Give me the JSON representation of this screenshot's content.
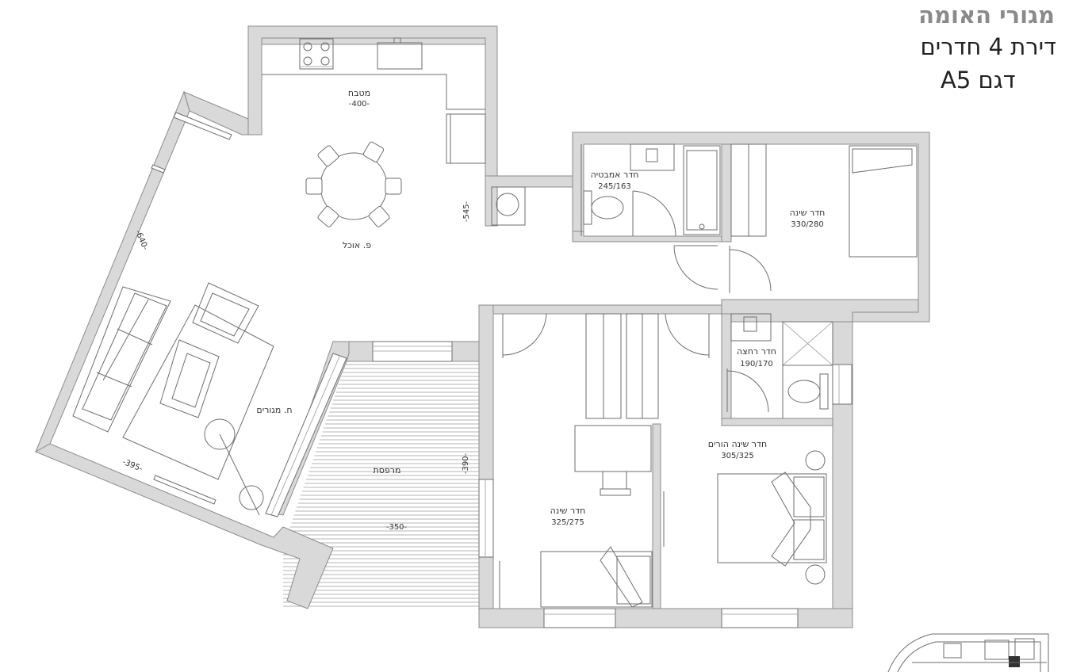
{
  "header": {
    "project": "מגורי האומה",
    "apartment": "דירת 4 חדרים",
    "model": "דגם A5"
  },
  "rooms": {
    "kitchen": {
      "name": "מטבח",
      "dim": "-400-"
    },
    "dining": {
      "name": "פ. אוכל"
    },
    "living": {
      "name": "ח. מגורים"
    },
    "balcony": {
      "name": "מרפסת"
    },
    "bath": {
      "name": "חדר אמבטיה",
      "size": "245/163"
    },
    "bedroom_ne": {
      "name": "חדר שינה",
      "size": "330/280"
    },
    "shower": {
      "name": "חדר רחצה",
      "size": "190/170"
    },
    "bedroom_s": {
      "name": "חדר שינה",
      "size": "325/275"
    },
    "master": {
      "name": "חדר שינה הורים",
      "size": "305/325"
    }
  },
  "dimensions": {
    "d640": "-640-",
    "d545": "-545-",
    "d395": "-395-",
    "d390": "-390-",
    "d350": "-350-"
  }
}
